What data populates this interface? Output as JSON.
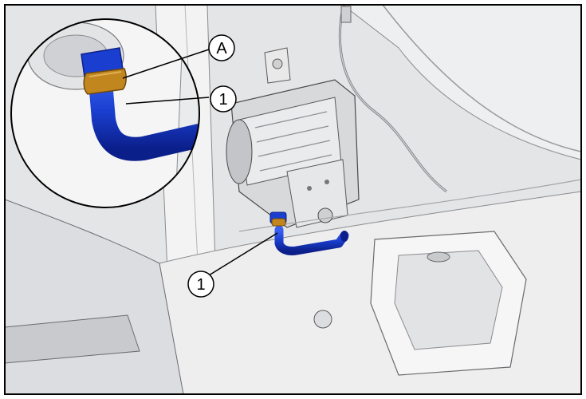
{
  "figure": {
    "callouts": {
      "a": "A",
      "one_inset": "1",
      "one_main": "1"
    },
    "colors": {
      "background": "#e4e5e7",
      "panel_light": "#f4f4f5",
      "panel_mid": "#d6d7da",
      "panel_dark": "#a9abaf",
      "outline": "#4a4a4a",
      "hose_blue": "#1a3fd0",
      "hose_blue_dark": "#0b1f8a",
      "clamp_orange": "#c2861f"
    },
    "icons": [
      "magnifier-inset",
      "hose-part-1",
      "clamp-part-a",
      "latch-assembly"
    ]
  }
}
